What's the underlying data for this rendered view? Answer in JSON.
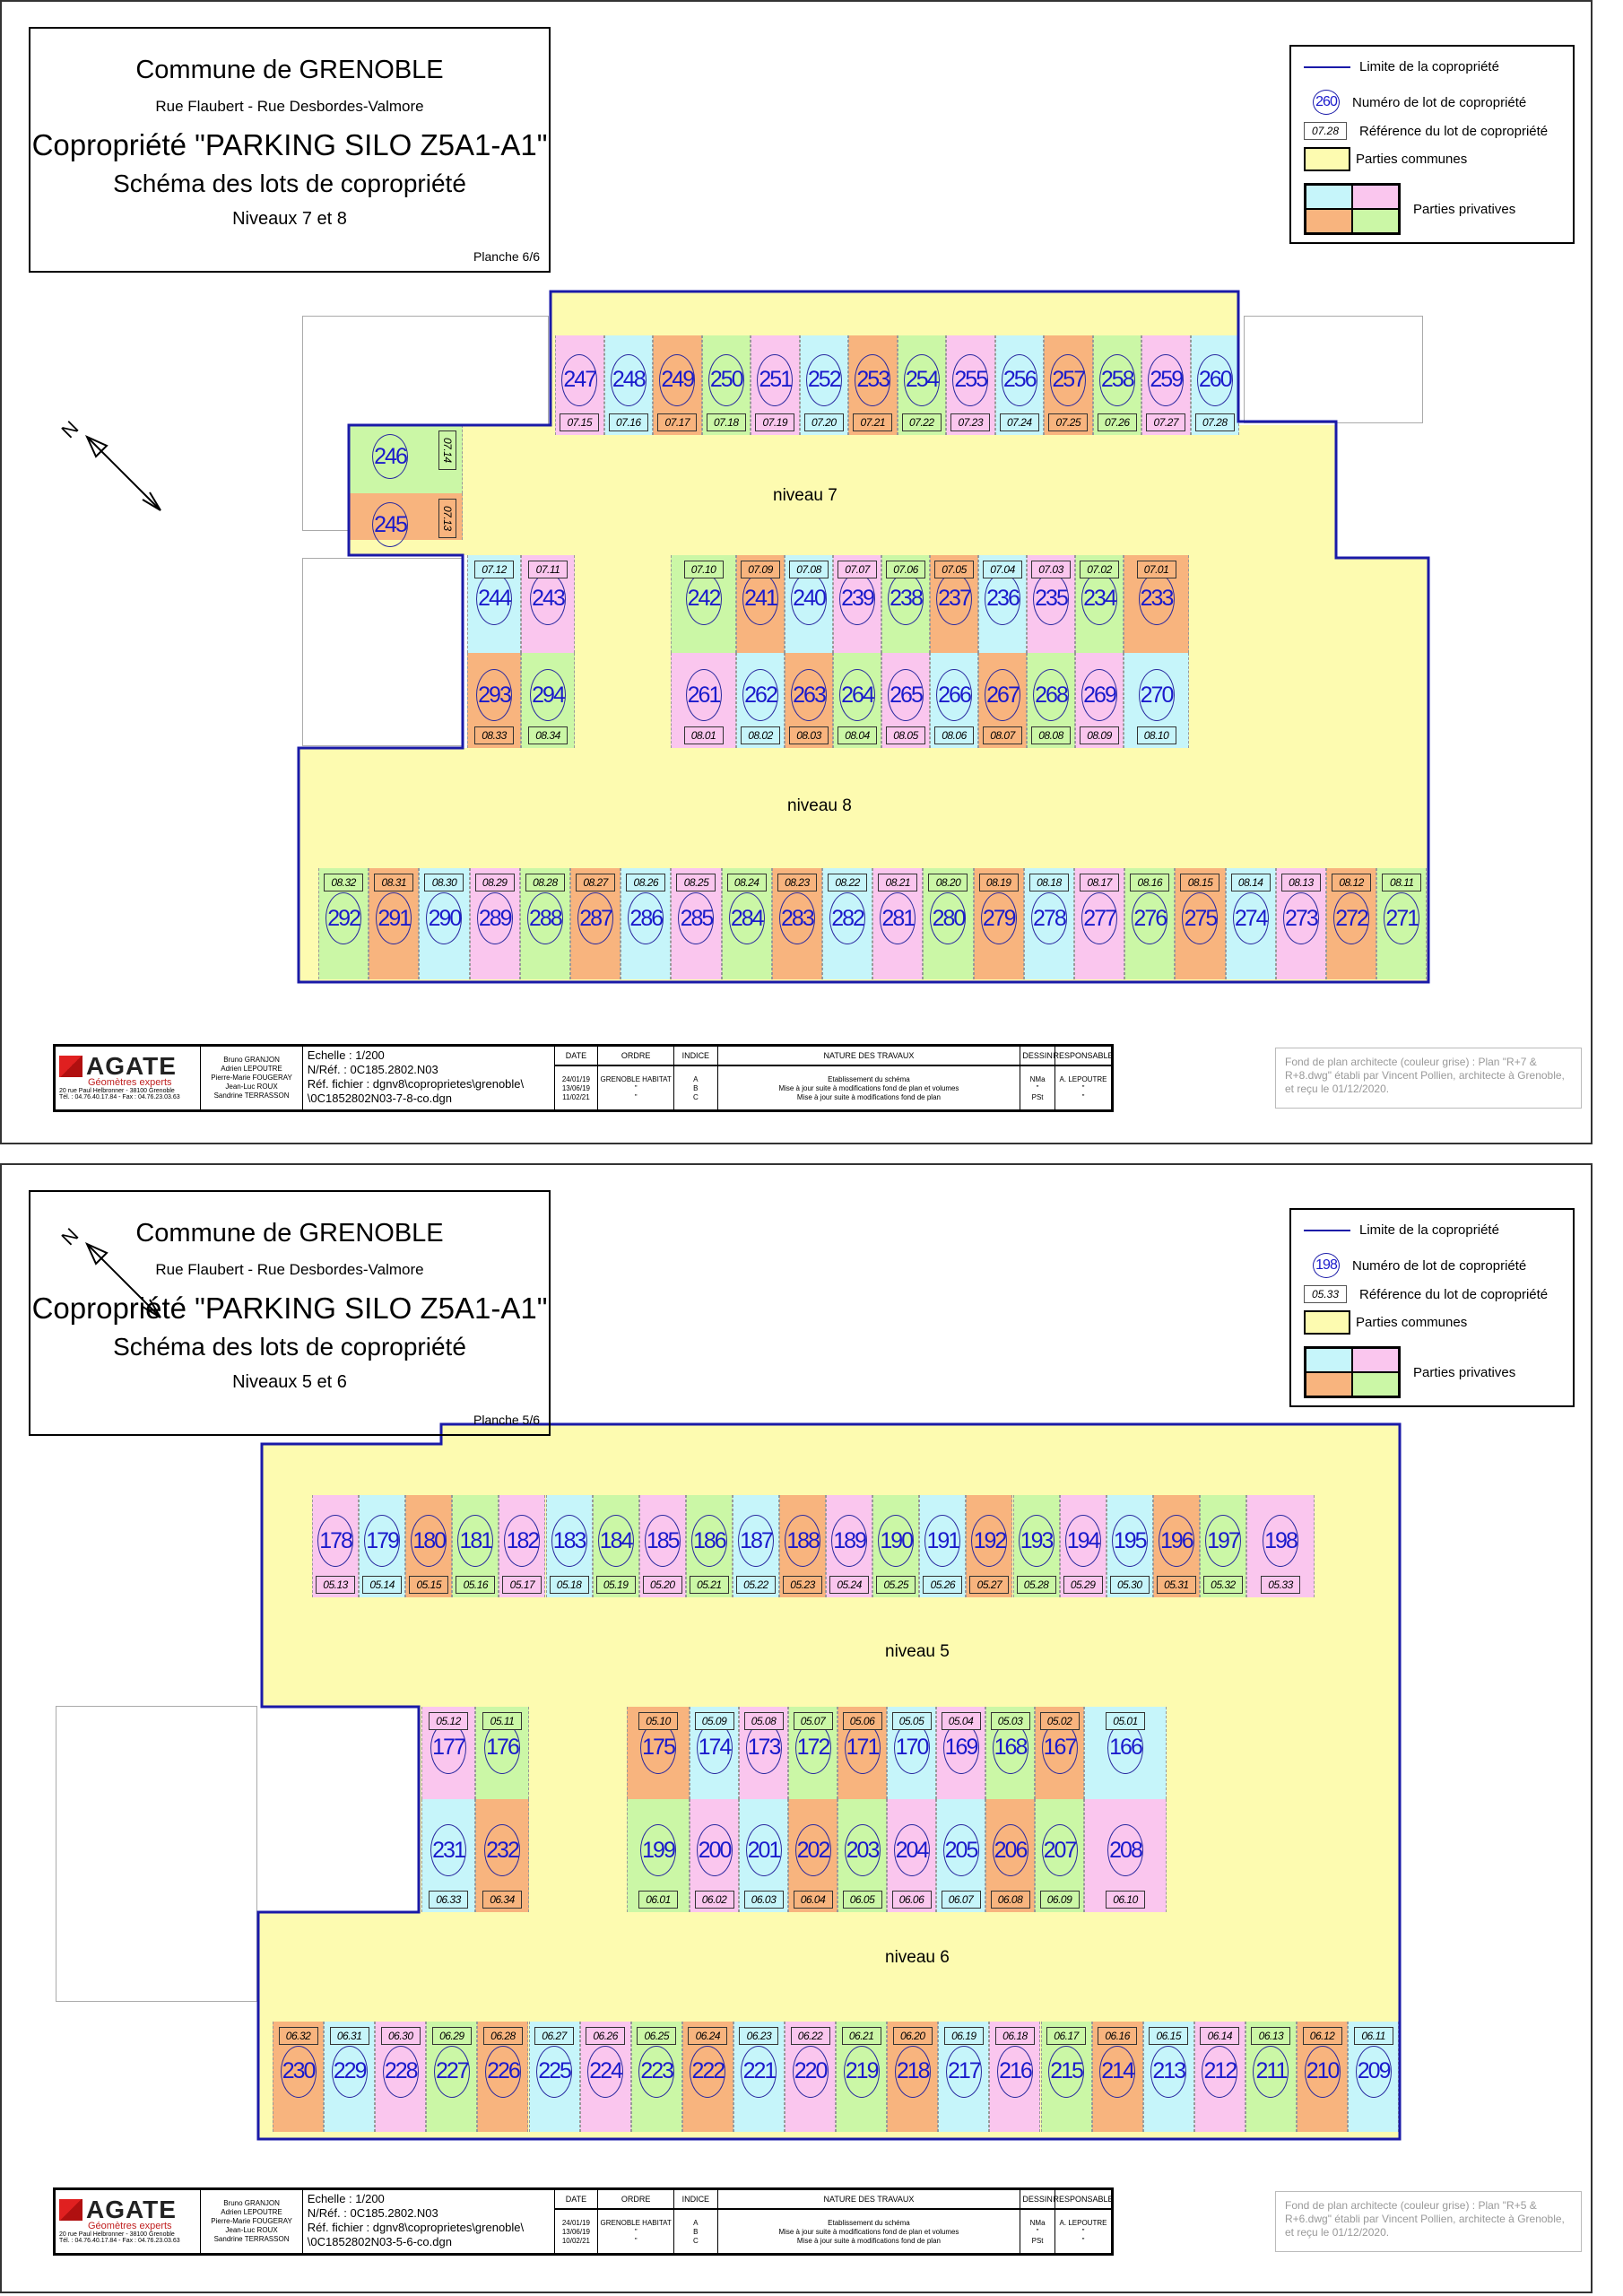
{
  "palette": {
    "c": "#c6f5fa",
    "p": "#fac6ee",
    "o": "#f8b47e",
    "g": "#cbf7a6",
    "common": "#fdfbb0",
    "boundary": "#1a1aa8",
    "lot_text": "#1a1acc"
  },
  "sheets": [
    {
      "title": {
        "commune": "Commune de GRENOBLE",
        "street": "Rue Flaubert - Rue Desbordes-Valmore",
        "copro": "Copropriété \"PARKING SILO Z5A1-A1\"",
        "schema": "Schéma des lots de copropriété",
        "levels": "Niveaux 7 et 8",
        "planche": "Planche 6/6"
      },
      "legend": {
        "boundary": "Limite de la copropriété",
        "lot_num_sample": "260",
        "lot_num": "Numéro de lot de copropriété",
        "ref_sample": "07.28",
        "ref": "Référence du lot de copropriété",
        "common": "Parties communes",
        "private": "Parties privatives"
      },
      "level_labels": [
        "niveau 7",
        "niveau 8"
      ],
      "rows": [
        [
          {
            "n": "247",
            "r": "07.15",
            "c": "p"
          },
          {
            "n": "248",
            "r": "07.16",
            "c": "c"
          },
          {
            "n": "249",
            "r": "07.17",
            "c": "o"
          },
          {
            "n": "250",
            "r": "07.18",
            "c": "g"
          },
          {
            "n": "251",
            "r": "07.19",
            "c": "p"
          },
          {
            "n": "252",
            "r": "07.20",
            "c": "c"
          },
          {
            "n": "253",
            "r": "07.21",
            "c": "o"
          },
          {
            "n": "254",
            "r": "07.22",
            "c": "g"
          },
          {
            "n": "255",
            "r": "07.23",
            "c": "p"
          },
          {
            "n": "256",
            "r": "07.24",
            "c": "c"
          },
          {
            "n": "257",
            "r": "07.25",
            "c": "o"
          },
          {
            "n": "258",
            "r": "07.26",
            "c": "g"
          },
          {
            "n": "259",
            "r": "07.27",
            "c": "p"
          },
          {
            "n": "260",
            "r": "07.28",
            "c": "c"
          }
        ],
        [
          {
            "n": "246",
            "r": "07.14",
            "c": "g"
          },
          {
            "n": "245",
            "r": "07.13",
            "c": "o"
          }
        ],
        [
          {
            "n": "244",
            "r": "07.12",
            "c": "c"
          },
          {
            "n": "243",
            "r": "07.11",
            "c": "p"
          }
        ],
        [
          {
            "n": "242",
            "r": "07.10",
            "c": "g"
          },
          {
            "n": "241",
            "r": "07.09",
            "c": "o"
          },
          {
            "n": "240",
            "r": "07.08",
            "c": "c"
          },
          {
            "n": "239",
            "r": "07.07",
            "c": "p"
          },
          {
            "n": "238",
            "r": "07.06",
            "c": "g"
          },
          {
            "n": "237",
            "r": "07.05",
            "c": "o"
          },
          {
            "n": "236",
            "r": "07.04",
            "c": "c"
          },
          {
            "n": "235",
            "r": "07.03",
            "c": "p"
          },
          {
            "n": "234",
            "r": "07.02",
            "c": "g"
          },
          {
            "n": "233",
            "r": "07.01",
            "c": "o"
          }
        ],
        [
          {
            "n": "293",
            "r": "08.33",
            "c": "o"
          },
          {
            "n": "294",
            "r": "08.34",
            "c": "g"
          }
        ],
        [
          {
            "n": "261",
            "r": "08.01",
            "c": "p"
          },
          {
            "n": "262",
            "r": "08.02",
            "c": "c"
          },
          {
            "n": "263",
            "r": "08.03",
            "c": "o"
          },
          {
            "n": "264",
            "r": "08.04",
            "c": "g"
          },
          {
            "n": "265",
            "r": "08.05",
            "c": "p"
          },
          {
            "n": "266",
            "r": "08.06",
            "c": "c"
          },
          {
            "n": "267",
            "r": "08.07",
            "c": "o"
          },
          {
            "n": "268",
            "r": "08.08",
            "c": "g"
          },
          {
            "n": "269",
            "r": "08.09",
            "c": "p"
          },
          {
            "n": "270",
            "r": "08.10",
            "c": "c"
          }
        ],
        [
          {
            "n": "292",
            "r": "08.32",
            "c": "g"
          },
          {
            "n": "291",
            "r": "08.31",
            "c": "o"
          },
          {
            "n": "290",
            "r": "08.30",
            "c": "c"
          },
          {
            "n": "289",
            "r": "08.29",
            "c": "p"
          },
          {
            "n": "288",
            "r": "08.28",
            "c": "g"
          },
          {
            "n": "287",
            "r": "08.27",
            "c": "o"
          },
          {
            "n": "286",
            "r": "08.26",
            "c": "c"
          },
          {
            "n": "285",
            "r": "08.25",
            "c": "p"
          },
          {
            "n": "284",
            "r": "08.24",
            "c": "g"
          },
          {
            "n": "283",
            "r": "08.23",
            "c": "o"
          },
          {
            "n": "282",
            "r": "08.22",
            "c": "c"
          },
          {
            "n": "281",
            "r": "08.21",
            "c": "p"
          },
          {
            "n": "280",
            "r": "08.20",
            "c": "g"
          },
          {
            "n": "279",
            "r": "08.19",
            "c": "o"
          },
          {
            "n": "278",
            "r": "08.18",
            "c": "c"
          },
          {
            "n": "277",
            "r": "08.17",
            "c": "p"
          },
          {
            "n": "276",
            "r": "08.16",
            "c": "g"
          },
          {
            "n": "275",
            "r": "08.15",
            "c": "o"
          },
          {
            "n": "274",
            "r": "08.14",
            "c": "c"
          },
          {
            "n": "273",
            "r": "08.13",
            "c": "p"
          },
          {
            "n": "272",
            "r": "08.12",
            "c": "o"
          },
          {
            "n": "271",
            "r": "08.11",
            "c": "g"
          }
        ]
      ],
      "title_block": {
        "company": "AGATE",
        "subtitle": "Géomètres experts",
        "address": "20 rue Paul Helbronner - 38100 Grenoble",
        "phone": "Tél. : 04.76.40.17.84 - Fax : 04.76.23.03.63",
        "names": [
          "Bruno GRANJON",
          "Adrien LEPOUTRE",
          "Pierre-Marie FOUGERAY",
          "Jean-Luc ROUX",
          "Sandrine TERRASSON"
        ],
        "echelle": "Echelle : 1/200",
        "nref": "N/Réf. :  0C185.2802.N03",
        "fichier": "Réf. fichier : dgnv8\\coproprietes\\grenoble\\ \\0C1852802N03-7-8-co.dgn",
        "headers": [
          "DATE",
          "ORDRE",
          "INDICE",
          "NATURE DES TRAVAUX",
          "DESSIN",
          "RESPONSABLE"
        ],
        "dates": [
          "24/01/19",
          "13/06/19",
          "11/02/21"
        ],
        "ordre": [
          "GRENOBLE HABITAT",
          "\"",
          "\""
        ],
        "indices": [
          "A",
          "B",
          "C"
        ],
        "nature": [
          "Etablissement du schéma",
          "Mise à jour suite à modifications fond de plan et volumes",
          "Mise à jour suite à modifications fond de plan"
        ],
        "dessin": [
          "NMa",
          "\"",
          "PSt"
        ],
        "responsable": [
          "A. LEPOUTRE",
          "\"",
          "\""
        ]
      },
      "note": "Fond de plan architecte (couleur grise) :  Plan \"R+7 & R+8.dwg\" établi par Vincent Pollien, architecte à Grenoble, et reçu le 01/12/2020."
    },
    {
      "title": {
        "commune": "Commune de GRENOBLE",
        "street": "Rue Flaubert - Rue Desbordes-Valmore",
        "copro": "Copropriété \"PARKING SILO Z5A1-A1\"",
        "schema": "Schéma des lots de copropriété",
        "levels": "Niveaux 5 et 6",
        "planche": "Planche 5/6"
      },
      "legend": {
        "boundary": "Limite de la copropriété",
        "lot_num_sample": "198",
        "lot_num": "Numéro de lot de copropriété",
        "ref_sample": "05.33",
        "ref": "Référence du lot de copropriété",
        "common": "Parties communes",
        "private": "Parties privatives"
      },
      "level_labels": [
        "niveau 5",
        "niveau 6"
      ],
      "rows": [
        [
          {
            "n": "178",
            "r": "05.13",
            "c": "p"
          },
          {
            "n": "179",
            "r": "05.14",
            "c": "c"
          },
          {
            "n": "180",
            "r": "05.15",
            "c": "o"
          },
          {
            "n": "181",
            "r": "05.16",
            "c": "g"
          },
          {
            "n": "182",
            "r": "05.17",
            "c": "p"
          },
          {
            "n": "183",
            "r": "05.18",
            "c": "c"
          },
          {
            "n": "184",
            "r": "05.19",
            "c": "g"
          },
          {
            "n": "185",
            "r": "05.20",
            "c": "p"
          },
          {
            "n": "186",
            "r": "05.21",
            "c": "g"
          },
          {
            "n": "187",
            "r": "05.22",
            "c": "c"
          },
          {
            "n": "188",
            "r": "05.23",
            "c": "o"
          },
          {
            "n": "189",
            "r": "05.24",
            "c": "p"
          },
          {
            "n": "190",
            "r": "05.25",
            "c": "g"
          },
          {
            "n": "191",
            "r": "05.26",
            "c": "c"
          },
          {
            "n": "192",
            "r": "05.27",
            "c": "o"
          },
          {
            "n": "193",
            "r": "05.28",
            "c": "g"
          },
          {
            "n": "194",
            "r": "05.29",
            "c": "p"
          },
          {
            "n": "195",
            "r": "05.30",
            "c": "c"
          },
          {
            "n": "196",
            "r": "05.31",
            "c": "o"
          },
          {
            "n": "197",
            "r": "05.32",
            "c": "g"
          },
          {
            "n": "198",
            "r": "05.33",
            "c": "p"
          }
        ],
        [
          {
            "n": "177",
            "r": "05.12",
            "c": "p"
          },
          {
            "n": "176",
            "r": "05.11",
            "c": "g"
          }
        ],
        [
          {
            "n": "175",
            "r": "05.10",
            "c": "o"
          },
          {
            "n": "174",
            "r": "05.09",
            "c": "c"
          },
          {
            "n": "173",
            "r": "05.08",
            "c": "p"
          },
          {
            "n": "172",
            "r": "05.07",
            "c": "g"
          },
          {
            "n": "171",
            "r": "05.06",
            "c": "o"
          },
          {
            "n": "170",
            "r": "05.05",
            "c": "c"
          },
          {
            "n": "169",
            "r": "05.04",
            "c": "p"
          },
          {
            "n": "168",
            "r": "05.03",
            "c": "g"
          },
          {
            "n": "167",
            "r": "05.02",
            "c": "o"
          },
          {
            "n": "166",
            "r": "05.01",
            "c": "c"
          }
        ],
        [
          {
            "n": "231",
            "r": "06.33",
            "c": "c"
          },
          {
            "n": "232",
            "r": "06.34",
            "c": "o"
          }
        ],
        [
          {
            "n": "199",
            "r": "06.01",
            "c": "g"
          },
          {
            "n": "200",
            "r": "06.02",
            "c": "p"
          },
          {
            "n": "201",
            "r": "06.03",
            "c": "c"
          },
          {
            "n": "202",
            "r": "06.04",
            "c": "o"
          },
          {
            "n": "203",
            "r": "06.05",
            "c": "g"
          },
          {
            "n": "204",
            "r": "06.06",
            "c": "p"
          },
          {
            "n": "205",
            "r": "06.07",
            "c": "c"
          },
          {
            "n": "206",
            "r": "06.08",
            "c": "o"
          },
          {
            "n": "207",
            "r": "06.09",
            "c": "g"
          },
          {
            "n": "208",
            "r": "06.10",
            "c": "p"
          }
        ],
        [
          {
            "n": "230",
            "r": "06.32",
            "c": "o"
          },
          {
            "n": "229",
            "r": "06.31",
            "c": "c"
          },
          {
            "n": "228",
            "r": "06.30",
            "c": "p"
          },
          {
            "n": "227",
            "r": "06.29",
            "c": "g"
          },
          {
            "n": "226",
            "r": "06.28",
            "c": "o"
          },
          {
            "n": "225",
            "r": "06.27",
            "c": "c"
          },
          {
            "n": "224",
            "r": "06.26",
            "c": "p"
          },
          {
            "n": "223",
            "r": "06.25",
            "c": "g"
          },
          {
            "n": "222",
            "r": "06.24",
            "c": "o"
          },
          {
            "n": "221",
            "r": "06.23",
            "c": "c"
          },
          {
            "n": "220",
            "r": "06.22",
            "c": "p"
          },
          {
            "n": "219",
            "r": "06.21",
            "c": "g"
          },
          {
            "n": "218",
            "r": "06.20",
            "c": "o"
          },
          {
            "n": "217",
            "r": "06.19",
            "c": "c"
          },
          {
            "n": "216",
            "r": "06.18",
            "c": "p"
          },
          {
            "n": "215",
            "r": "06.17",
            "c": "g"
          },
          {
            "n": "214",
            "r": "06.16",
            "c": "o"
          },
          {
            "n": "213",
            "r": "06.15",
            "c": "c"
          },
          {
            "n": "212",
            "r": "06.14",
            "c": "p"
          },
          {
            "n": "211",
            "r": "06.13",
            "c": "g"
          },
          {
            "n": "210",
            "r": "06.12",
            "c": "o"
          },
          {
            "n": "209",
            "r": "06.11",
            "c": "c"
          }
        ]
      ],
      "title_block": {
        "company": "AGATE",
        "subtitle": "Géomètres experts",
        "address": "20 rue Paul Helbronner - 38100 Grenoble",
        "phone": "Tél. : 04.76.40.17.84 - Fax : 04.76.23.03.63",
        "names": [
          "Bruno GRANJON",
          "Adrien LEPOUTRE",
          "Pierre-Marie FOUGERAY",
          "Jean-Luc ROUX",
          "Sandrine TERRASSON"
        ],
        "echelle": "Echelle : 1/200",
        "nref": "N/Réf. :  0C185.2802.N03",
        "fichier": "Réf. fichier : dgnv8\\coproprietes\\grenoble\\ \\0C1852802N03-5-6-co.dgn",
        "headers": [
          "DATE",
          "ORDRE",
          "INDICE",
          "NATURE DES TRAVAUX",
          "DESSIN",
          "RESPONSABLE"
        ],
        "dates": [
          "24/01/19",
          "13/06/19",
          "10/02/21"
        ],
        "ordre": [
          "GRENOBLE HABITAT",
          "\"",
          "\""
        ],
        "indices": [
          "A",
          "B",
          "C"
        ],
        "nature": [
          "Etablissement du schéma",
          "Mise à jour suite à modifications fond de plan et volumes",
          "Mise à jour suite à modifications fond de plan"
        ],
        "dessin": [
          "NMa",
          "\"",
          "PSt"
        ],
        "responsable": [
          "A. LEPOUTRE",
          "\"",
          "\""
        ]
      },
      "note": "Fond de plan architecte (couleur grise) :  Plan \"R+5 & R+6.dwg\" établi par Vincent Pollien, architecte à Grenoble, et reçu le 01/12/2020."
    }
  ]
}
